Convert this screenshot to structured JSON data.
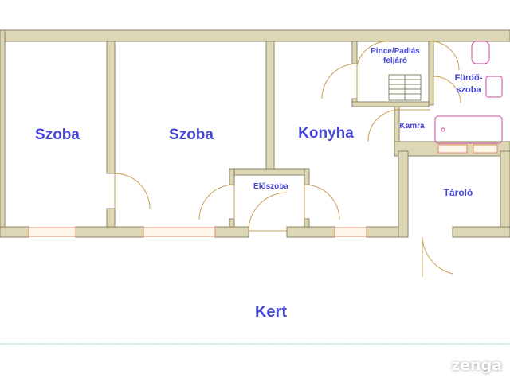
{
  "rooms": {
    "szoba1": "Szoba",
    "szoba2": "Szoba",
    "konyha": "Konyha",
    "eloszoba": "Előszoba",
    "pince": "Pince/Padlás",
    "feljaro": "feljáró",
    "furdo1": "Fürdő-",
    "furdo2": "szoba",
    "kamra": "Kamra",
    "tarolo": "Tároló",
    "kert": "Kert"
  },
  "logo": {
    "text": "zenga",
    "icon": "zenga-logo-icon"
  },
  "colors": {
    "label_blue": "#4646d8",
    "wall_fill": "#ddd7b5",
    "wall_stroke": "#8a8464",
    "door_arc": "#c8a050",
    "window_line": "#e08a6a",
    "fixture_pink": "#cc4aa0",
    "ground_line": "#8fd0c8"
  }
}
